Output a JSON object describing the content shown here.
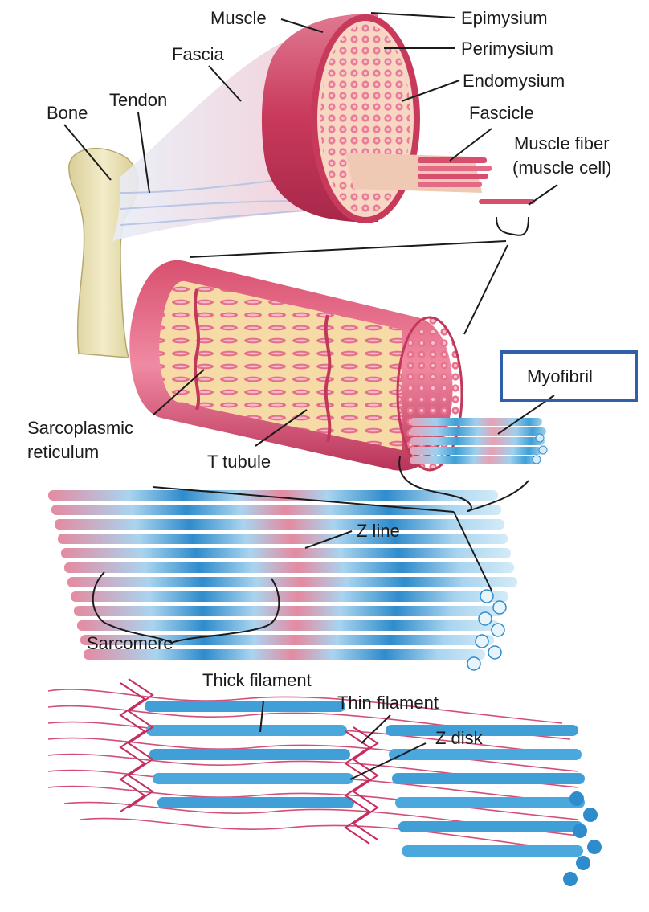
{
  "labels": {
    "muscle": "Muscle",
    "epimysium": "Epimysium",
    "perimysium": "Perimysium",
    "fascia": "Fascia",
    "endomysium": "Endomysium",
    "tendon": "Tendon",
    "bone": "Bone",
    "fascicle": "Fascicle",
    "muscle_fiber_line1": "Muscle fiber",
    "muscle_fiber_line2": "(muscle cell)",
    "myofibril": "Myofibril",
    "sarcoplasmic_line1": "Sarcoplasmic",
    "sarcoplasmic_line2": "reticulum",
    "t_tubule": "T tubule",
    "z_line": "Z line",
    "sarcomere": "Sarcomere",
    "thick_filament": "Thick filament",
    "thin_filament": "Thin filament",
    "z_disk": "Z disk"
  },
  "colors": {
    "muscle_red": "#c8395b",
    "muscle_pink": "#e58aa0",
    "bone": "#ece3b8",
    "fat_yellow": "#f5d9a0",
    "filament_blue": "#3f9fd6",
    "highlight_box": "#2f5fa8"
  }
}
